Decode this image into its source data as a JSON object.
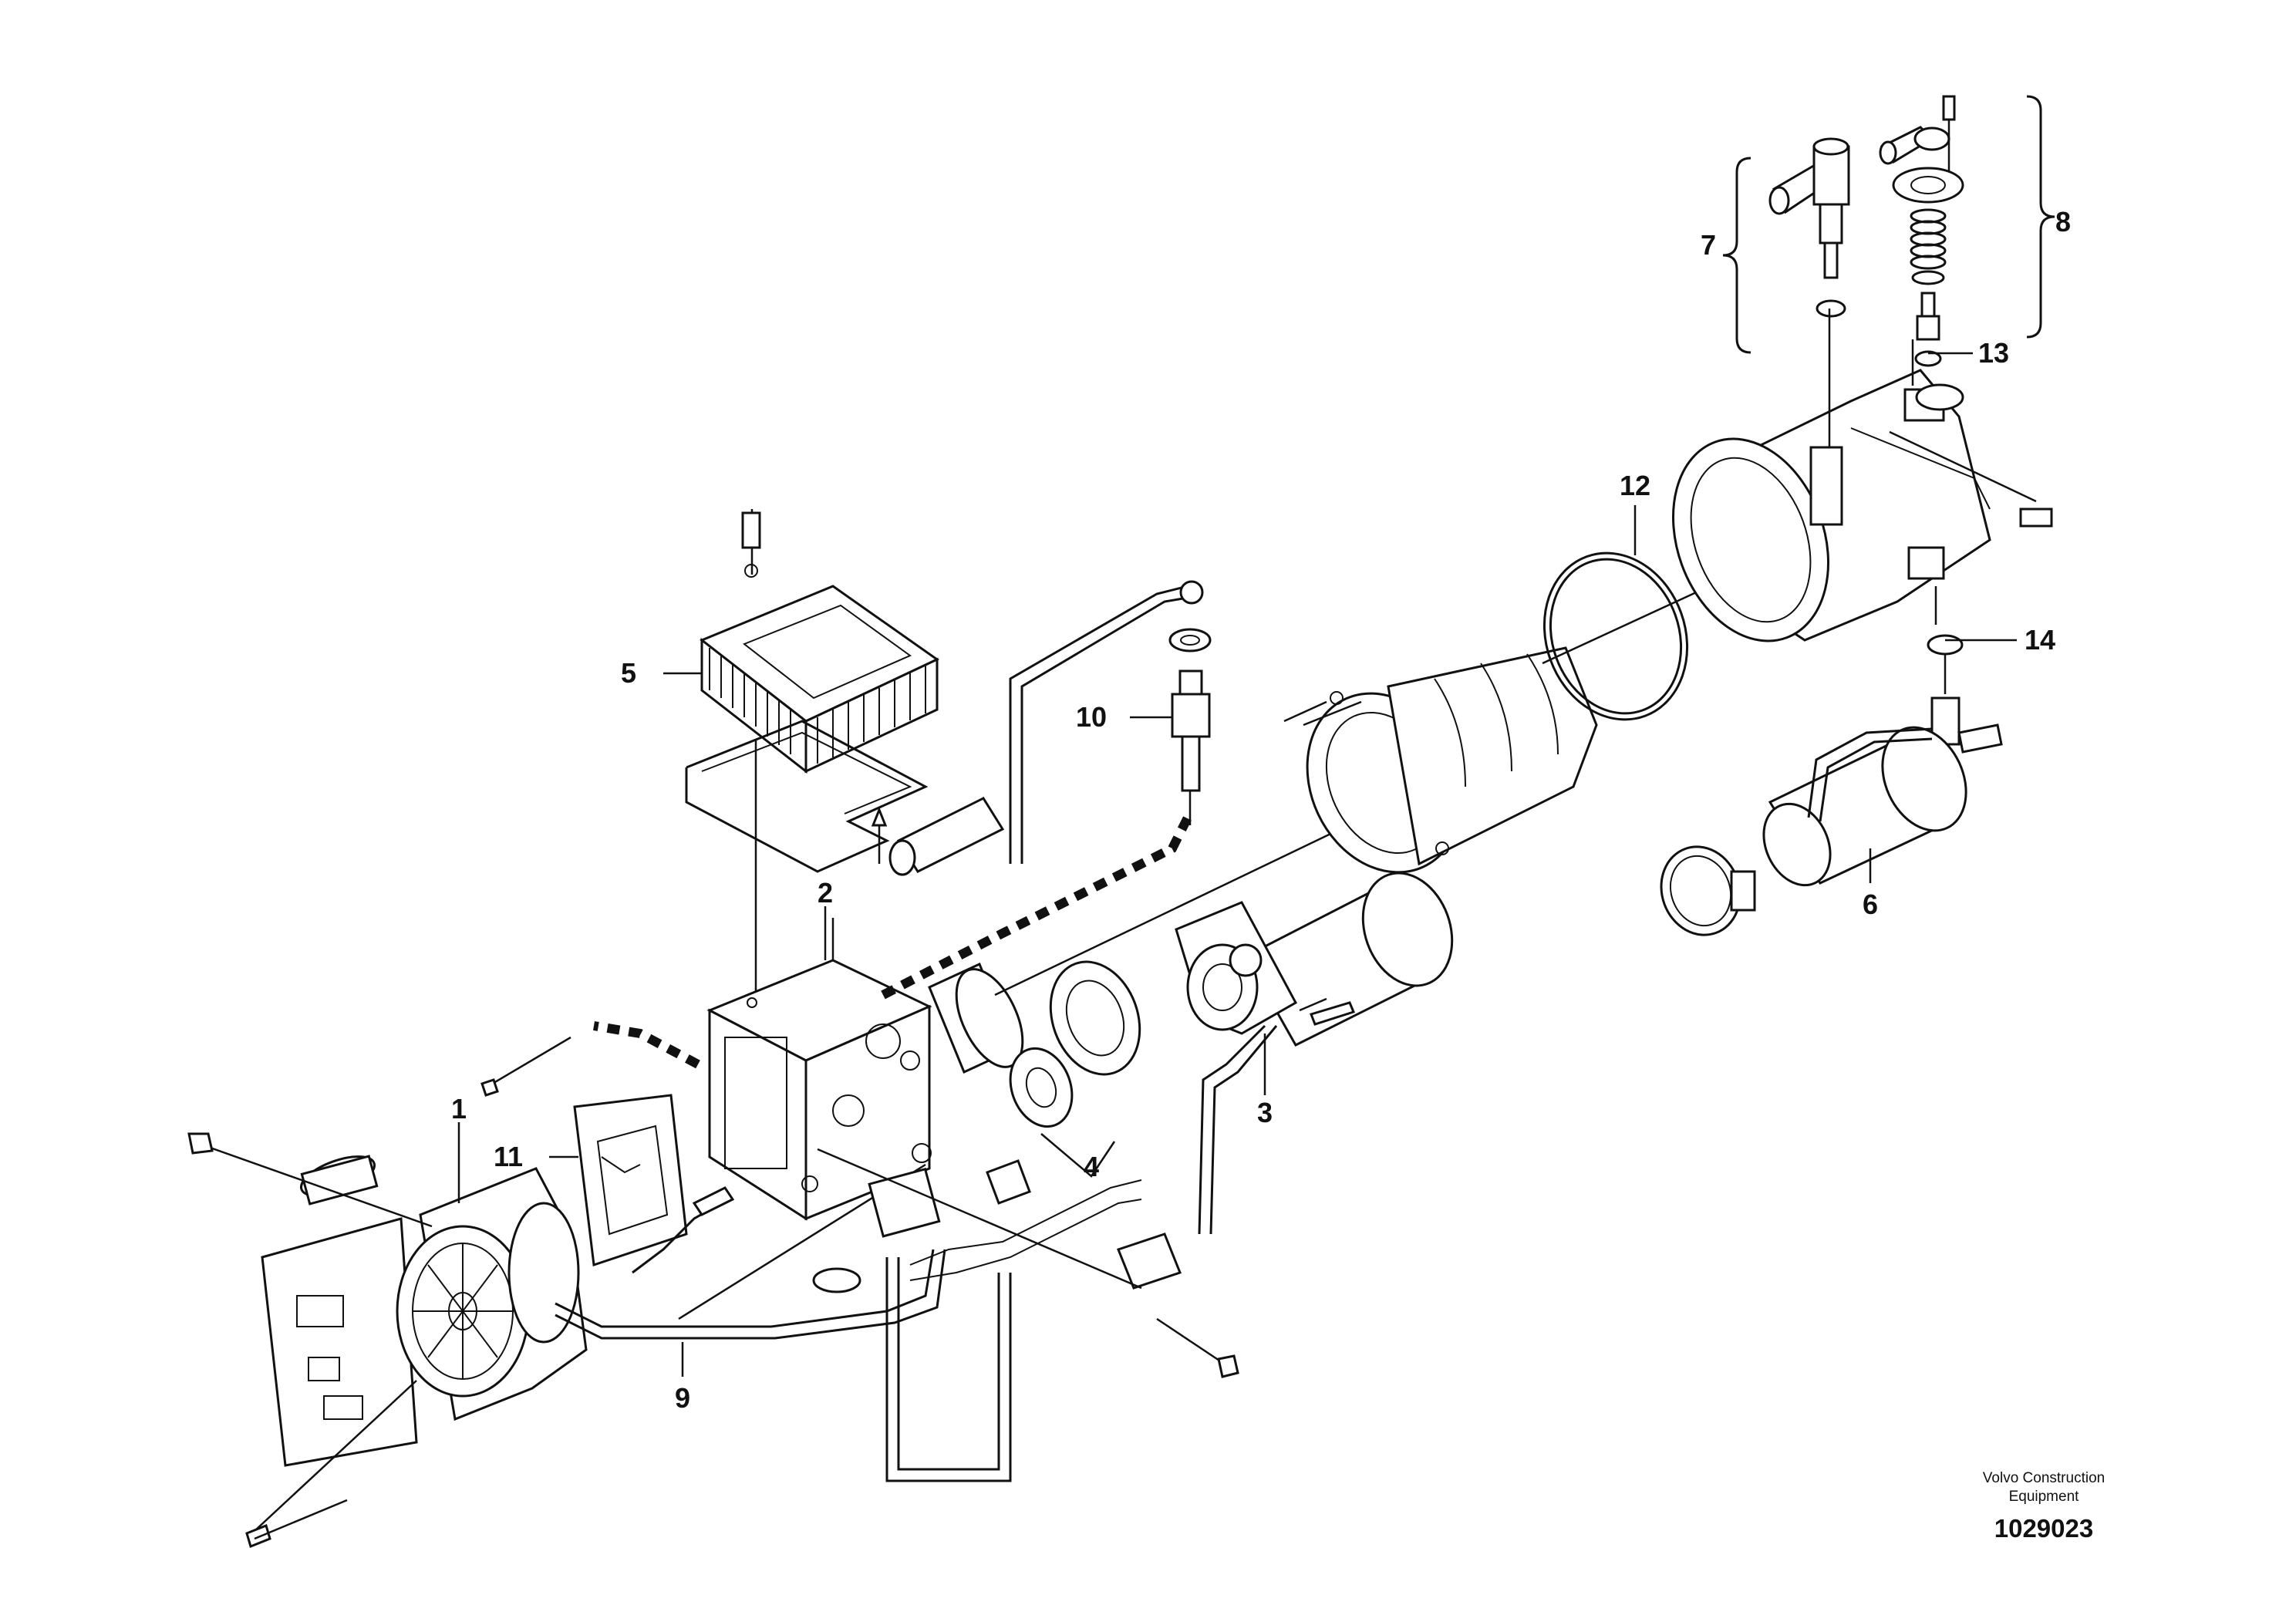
{
  "callouts": {
    "c1": "1",
    "c2": "2",
    "c3": "3",
    "c4": "4",
    "c5": "5",
    "c6": "6",
    "c7": "7",
    "c8": "8",
    "c9": "9",
    "c10": "10",
    "c11": "11",
    "c12": "12",
    "c13": "13",
    "c14": "14"
  },
  "footer": {
    "line1": "Volvo Construction",
    "line2": "Equipment",
    "number": "1029023"
  }
}
